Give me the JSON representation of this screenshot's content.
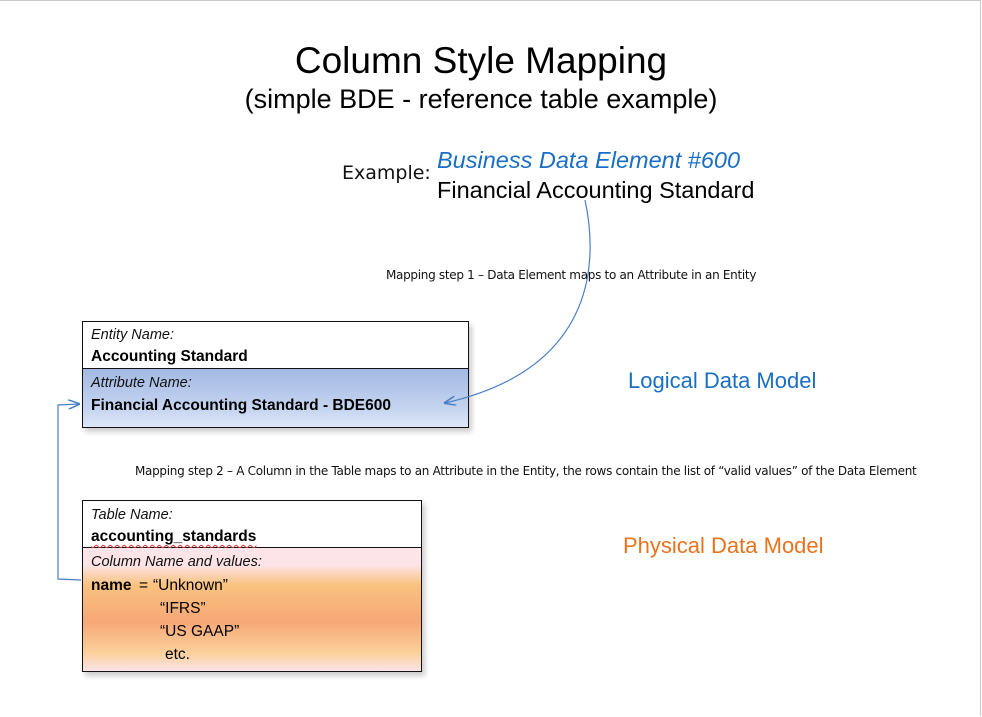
{
  "title": "Column Style Mapping",
  "subtitle": "(simple BDE - reference table example)",
  "example": {
    "label": "Example:",
    "bde_id": "Business Data Element #600",
    "bde_name": "Financial Accounting Standard"
  },
  "steps": {
    "step1": "Mapping step 1 – Data Element maps to an Attribute in an Entity",
    "step2": "Mapping step 2 – A Column in the Table maps to an Attribute in the Entity, the rows contain the list of “valid values” of the Data Element"
  },
  "entity_box": {
    "entity_label": "Entity Name:",
    "entity_value": "Accounting Standard",
    "attribute_label": "Attribute Name:",
    "attribute_value": "Financial Accounting Standard - BDE600"
  },
  "table_box": {
    "table_label": "Table Name:",
    "table_value": "accounting_standards",
    "column_label": "Column Name and values:",
    "column_name": "name",
    "equals": "=",
    "values": [
      "“Unknown”",
      "“IFRS”",
      "“US GAAP”",
      "etc."
    ]
  },
  "models": {
    "logical": "Logical Data Model",
    "physical": "Physical Data Model"
  },
  "colors": {
    "logical": "#1a6fc4",
    "physical": "#e8731e",
    "connector": "#4a7fc4"
  }
}
